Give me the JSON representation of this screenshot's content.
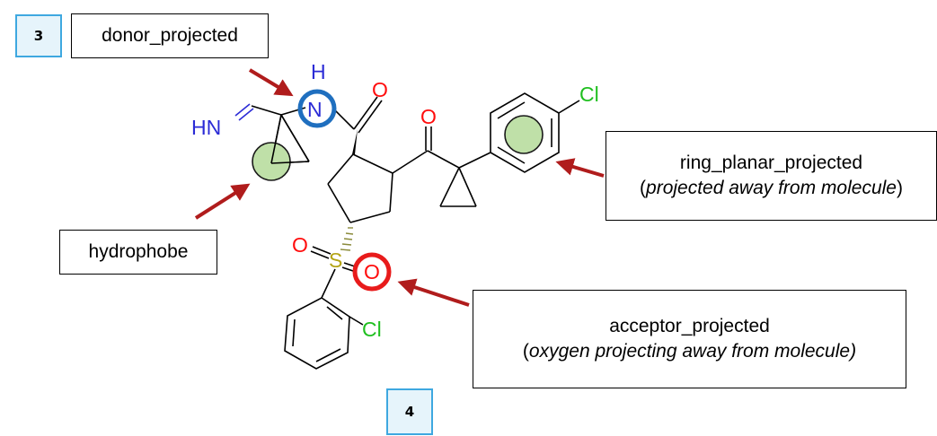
{
  "badges": {
    "top_left": "3",
    "bottom": "4"
  },
  "labels": {
    "donor": {
      "title": "donor_projected"
    },
    "hydrophobe": {
      "title": "hydrophobe"
    },
    "ring": {
      "title": "ring_planar_projected",
      "note_prefix": "(",
      "note": "projected away from molecule",
      "note_suffix": ")"
    },
    "acceptor": {
      "title": "acceptor_projected",
      "note_prefix": "(",
      "note": "oxygen projecting away from molecule)",
      "note_suffix": ""
    }
  },
  "atoms": {
    "h": "H",
    "n": "N",
    "hn": "HN",
    "o_amide": "O",
    "o_ketone": "O",
    "cl_top": "Cl",
    "o_sulfonyl_left": "O",
    "s": "S",
    "o_sulfonyl_right": "O",
    "cl_bottom": "Cl"
  },
  "colors": {
    "nitrogen": "#2b2bd6",
    "oxygen": "#ff0d0d",
    "chlorine": "#1fbf1f",
    "sulfur": "#b3a314",
    "arrow": "#b01c1c",
    "donor_ring": "#1f6fbf",
    "acceptor_ring": "#e81b1b",
    "hydrophobe_fill": "#b9dd9f",
    "badge_fill": "#e6f4fb",
    "badge_border": "#3ea8e0"
  },
  "icons": [
    "arrow-icon",
    "donor-circle-icon",
    "acceptor-circle-icon",
    "hydrophobe-circle-icon",
    "ring-circle-icon"
  ]
}
